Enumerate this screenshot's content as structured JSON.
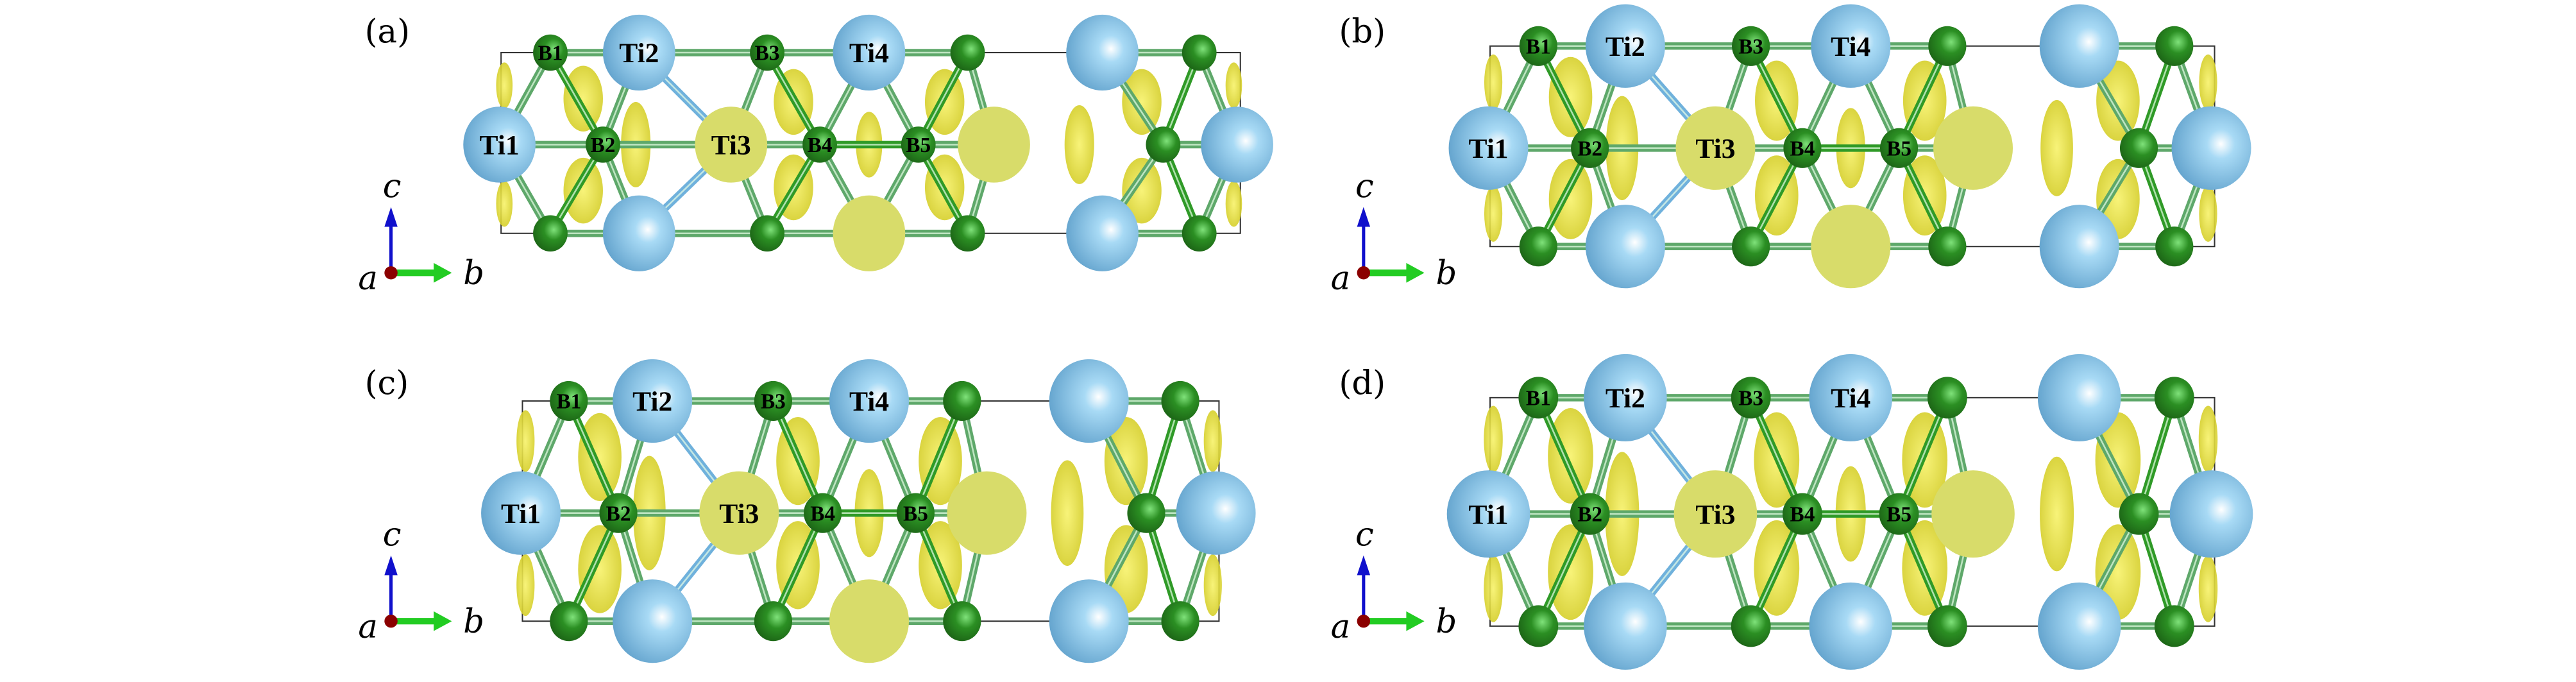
{
  "figure": {
    "panels": [
      {
        "label": "(a)"
      },
      {
        "label": "(b)"
      },
      {
        "label": "(c)"
      },
      {
        "label": "(d)"
      }
    ],
    "atom_labels": {
      "Ti1": "Ti1",
      "Ti2": "Ti2",
      "Ti3": "Ti3",
      "Ti4": "Ti4",
      "B1": "B1",
      "B2": "B2",
      "B3": "B3",
      "B4": "B4",
      "B5": "B5"
    },
    "axes": {
      "a": "a",
      "b": "b",
      "c": "c"
    },
    "colors": {
      "ti": "#6fb1dc",
      "b": "#2a8a22",
      "charge": "#f0ea3a",
      "axis_a": "#8b0000",
      "axis_b": "#22cc22",
      "axis_c": "#1010cc"
    }
  }
}
